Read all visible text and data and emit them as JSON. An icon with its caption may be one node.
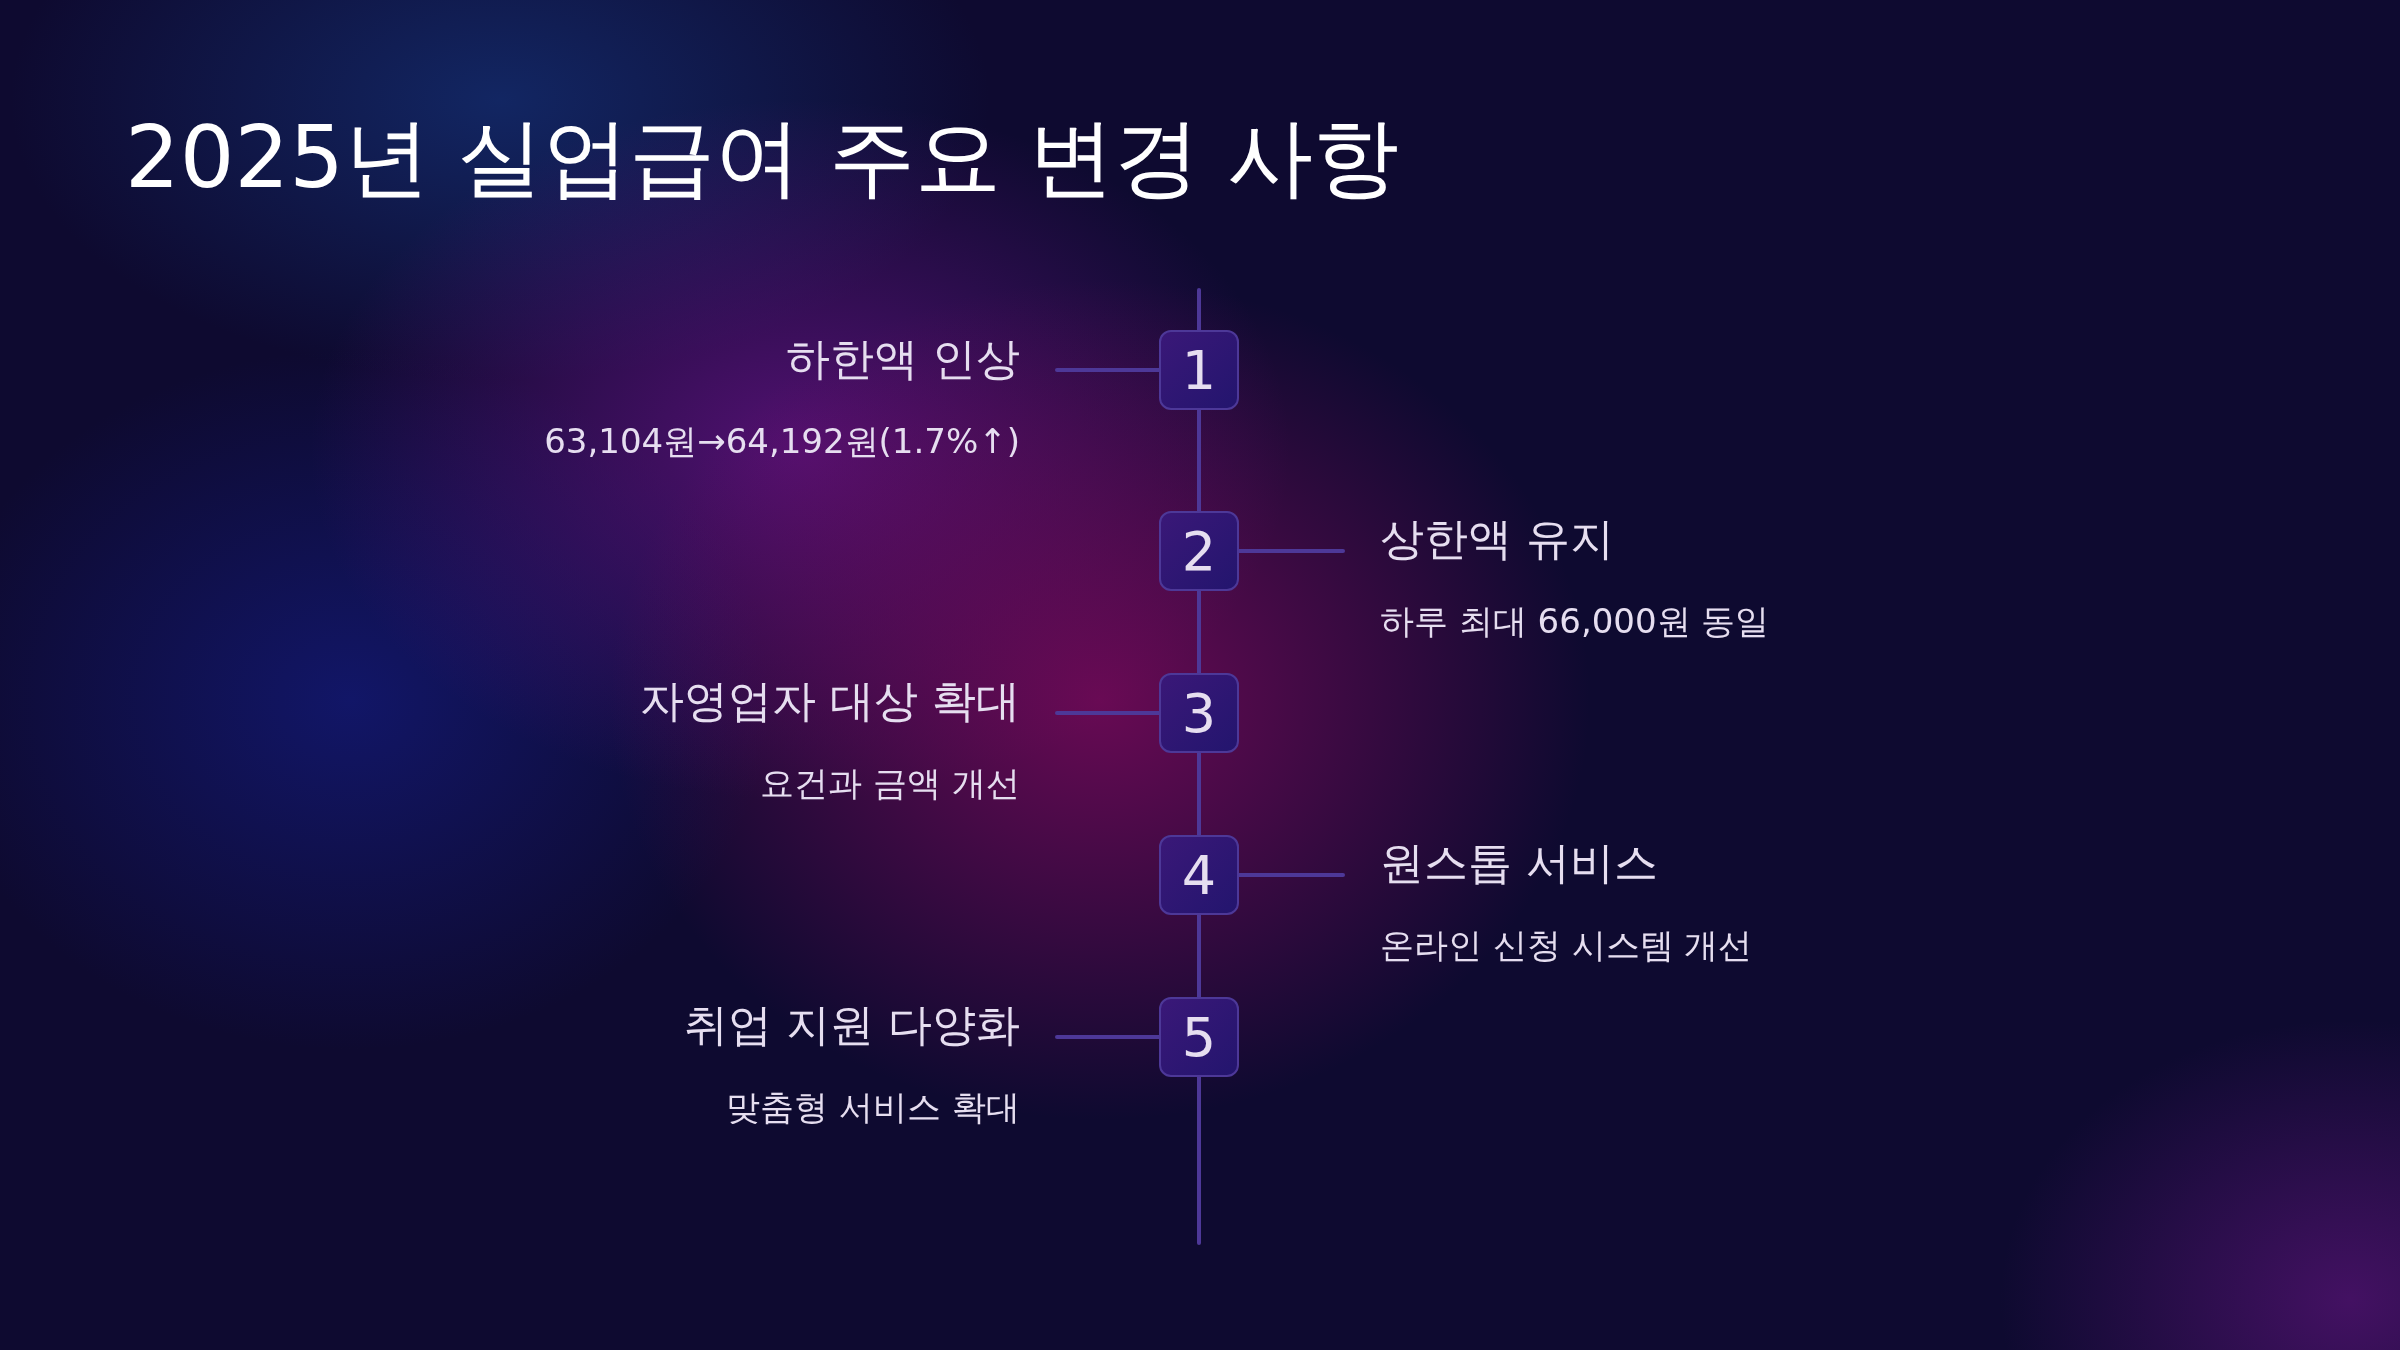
{
  "diagram": {
    "title": "2025년 실업급여 주요 변경 사항",
    "nodes": [
      {
        "text": [
          "하한액 인상",
          "63,104원→64,192원(1.7%↑)"
        ]
      },
      {
        "text": [
          "1"
        ]
      },
      {
        "text": [
          "2"
        ]
      },
      {
        "text": [
          "상한액 유지",
          "하루 최대 66,000원 동일"
        ]
      },
      {
        "text": [
          "자영업자 대상 확대",
          "요건과 금액 개선"
        ]
      },
      {
        "text": [
          "3"
        ]
      },
      {
        "text": [
          "4"
        ]
      },
      {
        "text": [
          "원스톱 서비스",
          "온라인 신청 시스템 개선"
        ]
      },
      {
        "text": [
          "취업 지원 다양화",
          "맞춤형 서비스 확대"
        ]
      },
      {
        "text": [
          "5"
        ]
      }
    ],
    "edges": [
      {
        "from": null,
        "to": 1,
        "arrow": "none"
      },
      {
        "from": 1,
        "to": 2,
        "arrow": "none"
      },
      {
        "from": 2,
        "to": 5,
        "arrow": "none"
      },
      {
        "from": 5,
        "to": 6,
        "arrow": "none"
      },
      {
        "from": 6,
        "to": 9,
        "arrow": "none"
      },
      {
        "from": 9,
        "to": null,
        "arrow": "none"
      },
      {
        "from": 1,
        "to": 0,
        "arrow": "none"
      },
      {
        "from": 2,
        "to": 3,
        "arrow": "none"
      },
      {
        "from": 5,
        "to": 4,
        "arrow": "none"
      },
      {
        "from": 6,
        "to": 7,
        "arrow": "none"
      },
      {
        "from": 9,
        "to": 8,
        "arrow": "none"
      }
    ]
  }
}
